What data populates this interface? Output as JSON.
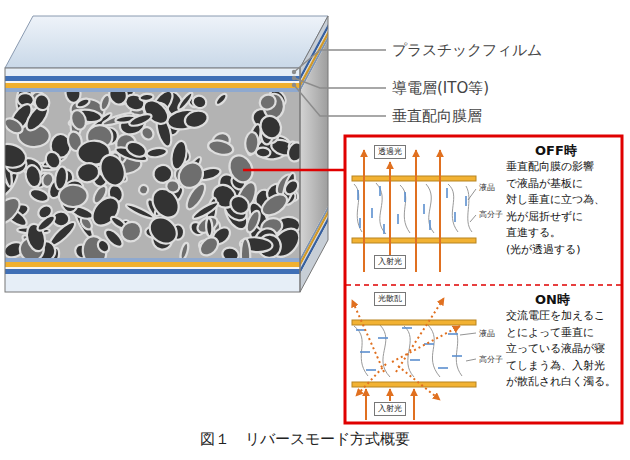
{
  "diagram": {
    "caption": "図１　リバースモード方式概要",
    "nodes": [
      {
        "text": [
          "OFF時",
          "垂直配向膜の影響 で液晶が基板に 対し垂直に立つ為、 光が屈折せずに 直進する。 (光が透過する)"
        ]
      },
      {
        "text": [
          "透過光"
        ],
        "in": 0
      },
      {
        "text": [
          "入射光"
        ],
        "in": 0
      },
      {
        "text": [
          "ON時",
          "交流電圧を加えるこ とによって垂直に 立っている液晶が寝 てしまう為、入射光 が散乱され白く濁る。"
        ]
      },
      {
        "text": [
          "光散乱"
        ],
        "in": 3
      },
      {
        "text": [
          "入射光"
        ],
        "in": 3
      }
    ],
    "labels": [
      "プラスチックフィルム",
      "導電層(ITO等)",
      "垂直配向膜層",
      "液晶",
      "高分子",
      "液晶",
      "高分子"
    ]
  }
}
